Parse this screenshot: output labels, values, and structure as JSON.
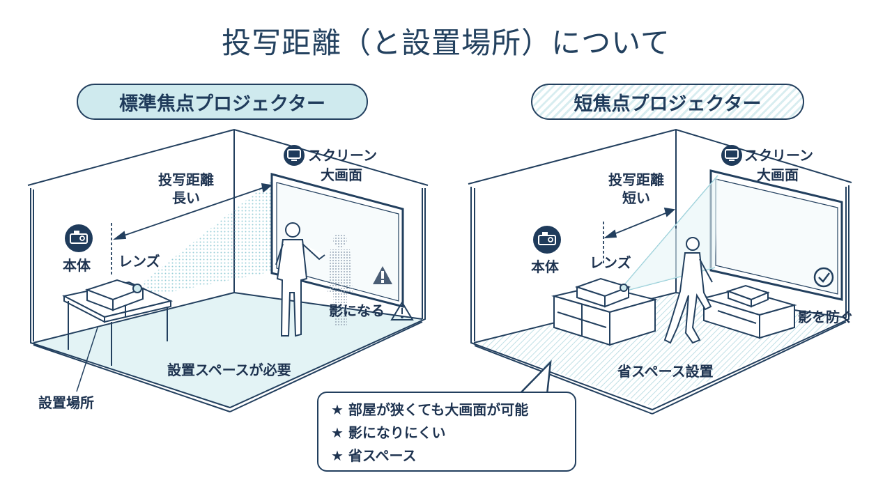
{
  "title": "投写距離（と設置場所）について",
  "left_panel": {
    "heading": "標準焦点プロジェクター",
    "screen_label": "スクリーン",
    "screen_sub": "大画面",
    "distance_label": "投写距離",
    "distance_sub": "長い",
    "body_label": "本体",
    "lens_label": "レンズ",
    "shadow_label": "影になる",
    "space_label": "設置スペースが必要",
    "place_label": "設置場所"
  },
  "right_panel": {
    "heading": "短焦点プロジェクター",
    "screen_label": "スクリーン",
    "screen_sub": "大画面",
    "distance_label": "投写距離",
    "distance_sub": "短い",
    "body_label": "本体",
    "lens_label": "レンズ",
    "shadow_label": "影を防ぐ",
    "space_label": "省スペース設置"
  },
  "callout": {
    "items": [
      "★ 部屋が狭くても大画面が可能",
      "★ 影になりにくい",
      "★ 省スペース"
    ]
  },
  "colors": {
    "outline": "#223f5e",
    "accent": "#cfeaee",
    "icon_bg": "#1f3b5b"
  }
}
